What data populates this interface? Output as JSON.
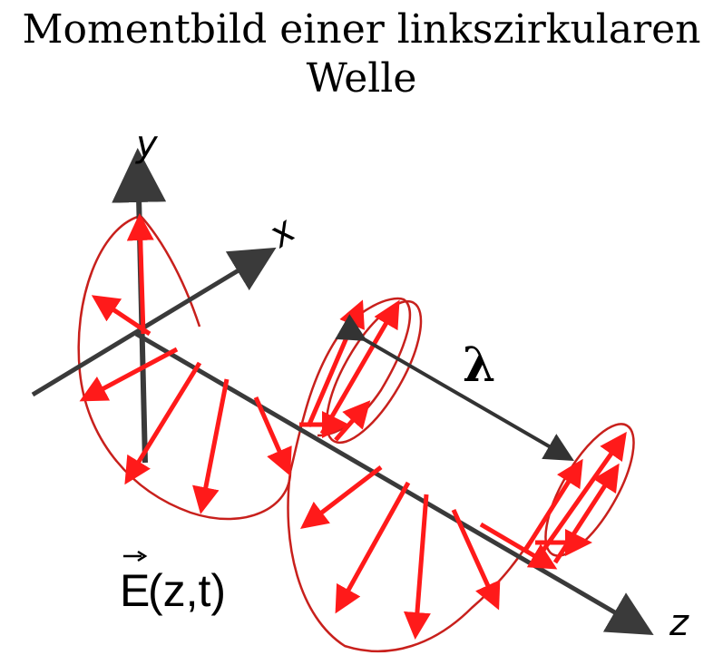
{
  "title_line1": "Momentbild einer linkszirkularen",
  "title_line2": "Welle",
  "labels": {
    "y": "y",
    "x": "x",
    "z": "z",
    "lambda": "λ",
    "field_symbol": "E",
    "field_args": "(z,t)"
  },
  "colors": {
    "axis": "#3a3a3a",
    "vector": "#ff1a1a",
    "helix": "#c8201c",
    "text": "#000000"
  }
}
